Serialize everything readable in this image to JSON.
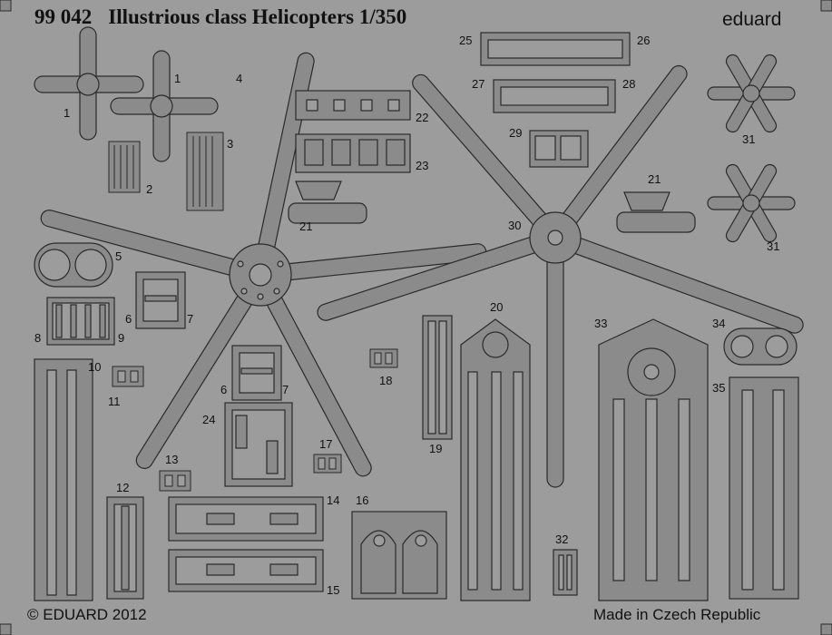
{
  "sheet": {
    "code": "99 042",
    "title": "Illustrious class Helicopters 1/350",
    "brand": "eduard",
    "copyright": "© EDUARD 2012",
    "origin": "Made in Czech Republic"
  },
  "colors": {
    "background": "#9c9c9c",
    "part_fill": "#8b8b8b",
    "part_edge": "#2a2a2a",
    "part_highlight": "#d7d7d7",
    "text": "#111111"
  },
  "part_numbers": [
    {
      "key": "p1a",
      "text": "1"
    },
    {
      "key": "p1b",
      "text": "1"
    },
    {
      "key": "p2",
      "text": "2"
    },
    {
      "key": "p3",
      "text": "3"
    },
    {
      "key": "p4",
      "text": "4"
    },
    {
      "key": "p5",
      "text": "5"
    },
    {
      "key": "p6a",
      "text": "6"
    },
    {
      "key": "p7a",
      "text": "7"
    },
    {
      "key": "p6b",
      "text": "6"
    },
    {
      "key": "p7b",
      "text": "7"
    },
    {
      "key": "p8",
      "text": "8"
    },
    {
      "key": "p9",
      "text": "9"
    },
    {
      "key": "p10",
      "text": "10"
    },
    {
      "key": "p11",
      "text": "11"
    },
    {
      "key": "p12",
      "text": "12"
    },
    {
      "key": "p13",
      "text": "13"
    },
    {
      "key": "p14",
      "text": "14"
    },
    {
      "key": "p15",
      "text": "15"
    },
    {
      "key": "p16",
      "text": "16"
    },
    {
      "key": "p17",
      "text": "17"
    },
    {
      "key": "p18",
      "text": "18"
    },
    {
      "key": "p19",
      "text": "19"
    },
    {
      "key": "p20",
      "text": "20"
    },
    {
      "key": "p21a",
      "text": "21"
    },
    {
      "key": "p21b",
      "text": "21"
    },
    {
      "key": "p22",
      "text": "22"
    },
    {
      "key": "p23",
      "text": "23"
    },
    {
      "key": "p24",
      "text": "24"
    },
    {
      "key": "p25",
      "text": "25"
    },
    {
      "key": "p26",
      "text": "26"
    },
    {
      "key": "p27",
      "text": "27"
    },
    {
      "key": "p28",
      "text": "28"
    },
    {
      "key": "p29",
      "text": "29"
    },
    {
      "key": "p30",
      "text": "30"
    },
    {
      "key": "p31a",
      "text": "31"
    },
    {
      "key": "p31b",
      "text": "31"
    },
    {
      "key": "p32",
      "text": "32"
    },
    {
      "key": "p33",
      "text": "33"
    },
    {
      "key": "p34",
      "text": "34"
    },
    {
      "key": "p35",
      "text": "35"
    }
  ]
}
